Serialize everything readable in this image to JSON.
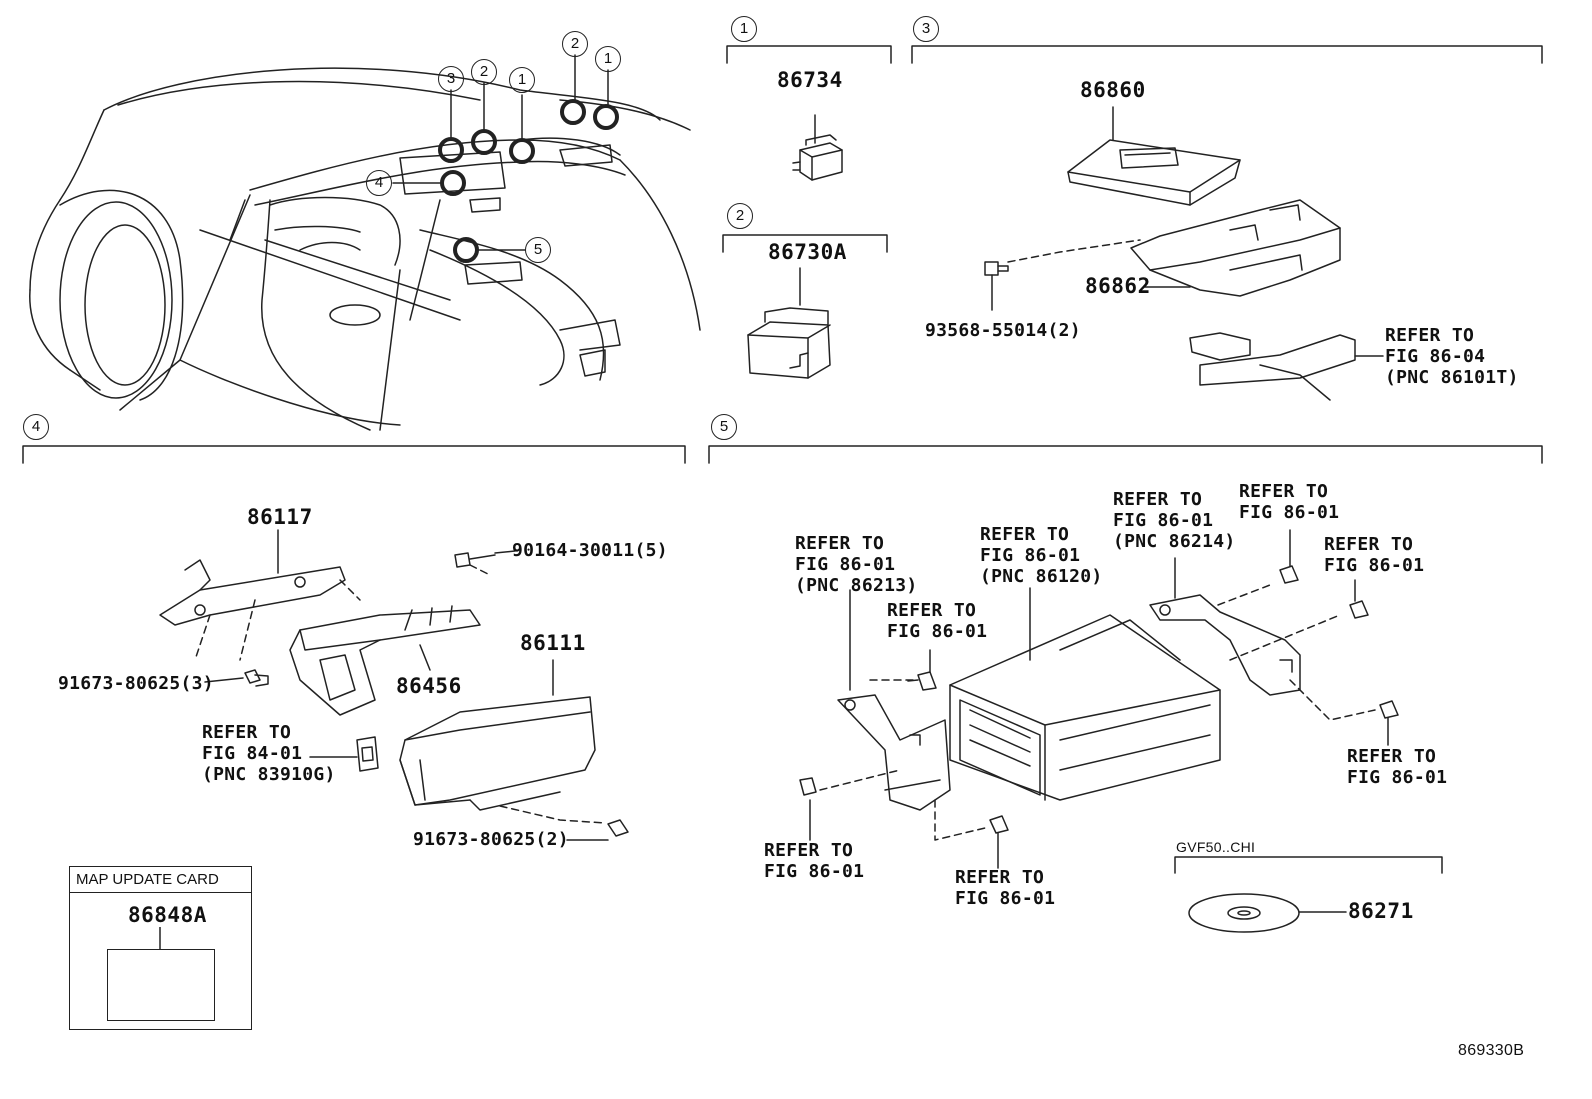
{
  "sections": [
    {
      "id": "sec1",
      "number": "1"
    },
    {
      "id": "sec2",
      "number": "2"
    },
    {
      "id": "sec3",
      "number": "3"
    },
    {
      "id": "sec4",
      "number": "4"
    },
    {
      "id": "sec5",
      "number": "5"
    }
  ],
  "overview": {
    "callouts": [
      "3",
      "2",
      "1",
      "2",
      "1",
      "4",
      "5"
    ]
  },
  "parts": {
    "p86734": "86734",
    "p86730A": "86730A",
    "p86860": "86860",
    "p86862": "86862",
    "p93568": "93568-55014(2)",
    "refer_86_04": [
      "REFER TO",
      "FIG 86-04",
      "(PNC 86101T)"
    ],
    "p86117": "86117",
    "p90164": "90164-30011(5)",
    "p86111": "86111",
    "p86456": "86456",
    "p91673_3": "91673-80625(3)",
    "p91673_2": "91673-80625(2)",
    "refer_84_01": [
      "REFER TO",
      "FIG 84-01",
      "(PNC 83910G)"
    ],
    "refer_86213": [
      "REFER TO",
      "FIG 86-01",
      "(PNC 86213)"
    ],
    "refer_86120": [
      "REFER TO",
      "FIG 86-01",
      "(PNC 86120)"
    ],
    "refer_86214": [
      "REFER TO",
      "FIG 86-01",
      "(PNC 86214)"
    ],
    "refer_a": [
      "REFER TO",
      "FIG 86-01"
    ],
    "refer_b": [
      "REFER TO",
      "FIG 86-01"
    ],
    "refer_c": [
      "REFER TO",
      "FIG 86-01"
    ],
    "refer_d": [
      "REFER TO",
      "FIG 86-01"
    ],
    "refer_e": [
      "REFER TO",
      "FIG 86-01"
    ],
    "refer_f": [
      "REFER TO",
      "FIG 86-01"
    ],
    "gvf_label": "GVF50..CHI",
    "p86271": "86271"
  },
  "map_card": {
    "title": "MAP UPDATE CARD",
    "part": "86848A"
  },
  "figure_code": "869330B"
}
